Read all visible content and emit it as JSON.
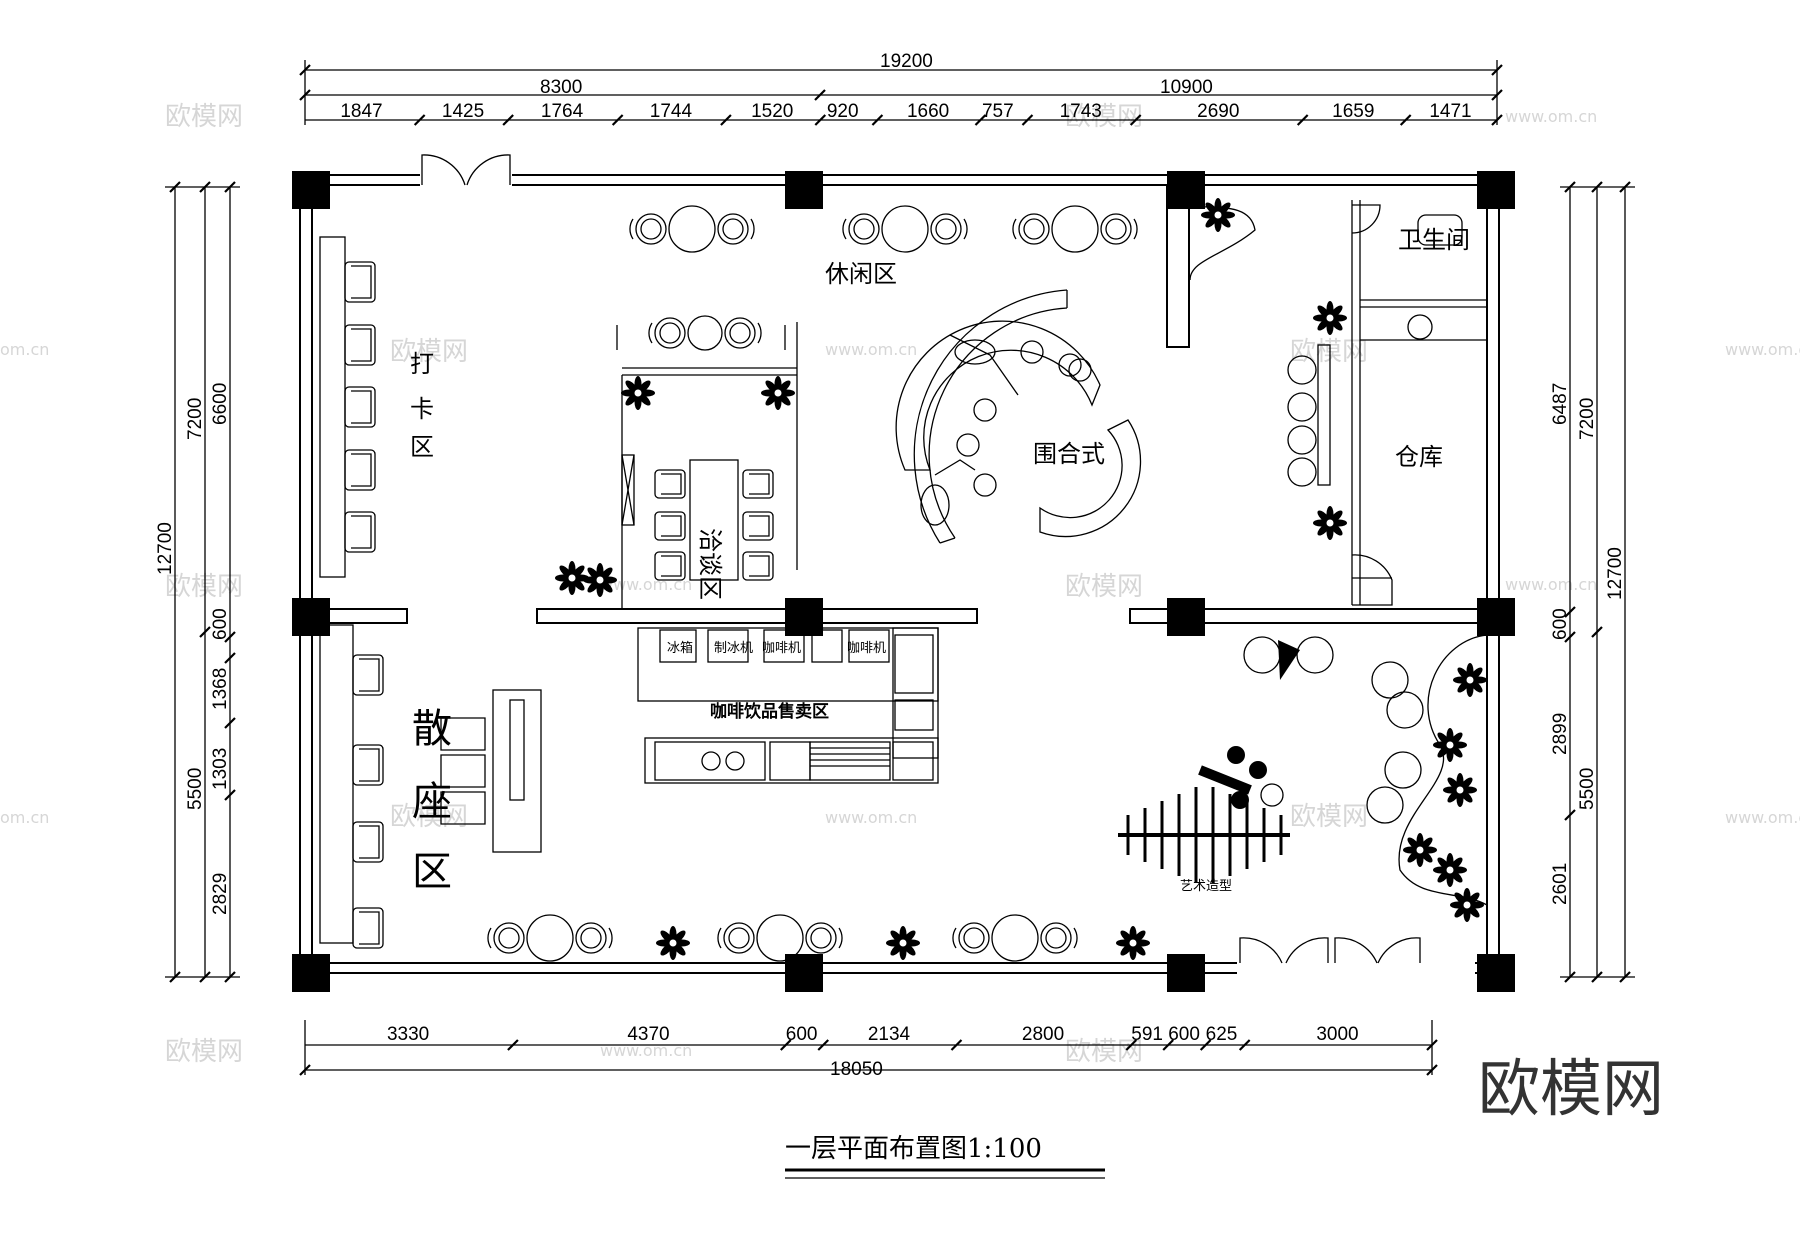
{
  "title": "一层平面布置图1:100",
  "brand_mark": "欧模网",
  "watermark": {
    "text": "欧模网",
    "url": "www.om.cn",
    "url_alt": "om.cn"
  },
  "dimensions": {
    "top_total": "19200",
    "top_mid": [
      "8300",
      "10900"
    ],
    "top_segments": [
      "1847",
      "1425",
      "1764",
      "1744",
      "1520",
      "920",
      "1660",
      "757",
      "1743",
      "2690",
      "1659",
      "1471"
    ],
    "bottom_total": "18050",
    "bottom_segments": [
      "3330",
      "4370",
      "600",
      "2134",
      "2800",
      "591",
      "600",
      "625",
      "3000"
    ],
    "left_total": "12700",
    "left_mid": [
      "7200",
      "5500"
    ],
    "left_inner": [
      "6600",
      "600",
      "1368",
      "1303",
      "2829"
    ],
    "right_total": "12700",
    "right_mid": [
      "7200",
      "5500"
    ],
    "right_inner": [
      "6487",
      "600",
      "2899",
      "2601"
    ]
  },
  "rooms": {
    "leisure": "休闲区",
    "checkin": [
      "打",
      "卡",
      "区"
    ],
    "negotiation": "洽谈区",
    "surround": "围合式",
    "toilet": "卫生间",
    "storage": "仓库",
    "scatter": [
      "散",
      "座",
      "区"
    ],
    "bar": "咖啡饮品售卖区",
    "art": "艺术造型"
  },
  "equipment": {
    "fridge": "冰箱",
    "ice_maker": "制冰机",
    "coffee_machine_1": "咖啡机",
    "coffee_machine_2": "咖啡机"
  }
}
